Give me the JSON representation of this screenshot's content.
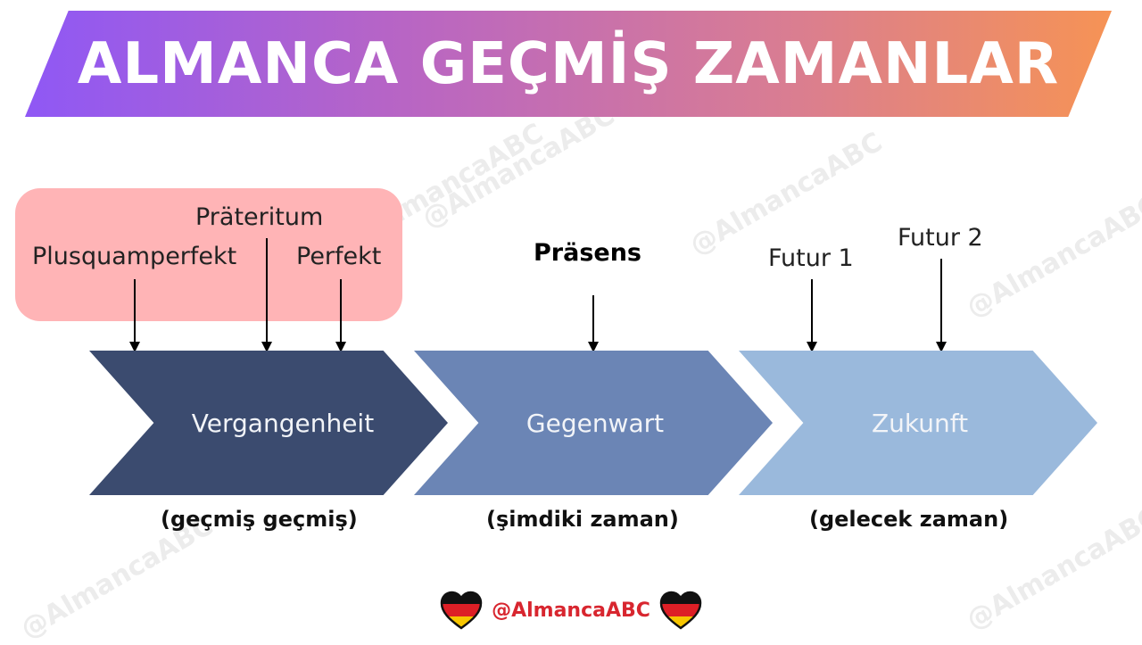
{
  "title": "ALMANCA GEÇMİŞ ZAMANLAR",
  "watermark": "@AlmancaABC",
  "past_tenses": {
    "plusquamperfekt": "Plusquamperfekt",
    "praeteritum": "Präteritum",
    "perfekt": "Perfekt"
  },
  "present_tense": "Präsens",
  "future_tenses": {
    "futur1": "Futur 1",
    "futur2": "Futur 2"
  },
  "timeline": [
    {
      "label": "Vergangenheit",
      "caption": "(geçmiş geçmiş)",
      "color": "#3b4b6f"
    },
    {
      "label": "Gegenwart",
      "caption": "(şimdiki zaman)",
      "color": "#6b85b5"
    },
    {
      "label": "Zukunft",
      "caption": "(gelecek zaman)",
      "color": "#9ab9dc"
    }
  ],
  "footer_handle": "@AlmancaABC",
  "colors": {
    "banner_start": "#8f58f5",
    "banner_end": "#f69355",
    "past_box": "#ffb4b6",
    "handle_text": "#d8262f"
  }
}
